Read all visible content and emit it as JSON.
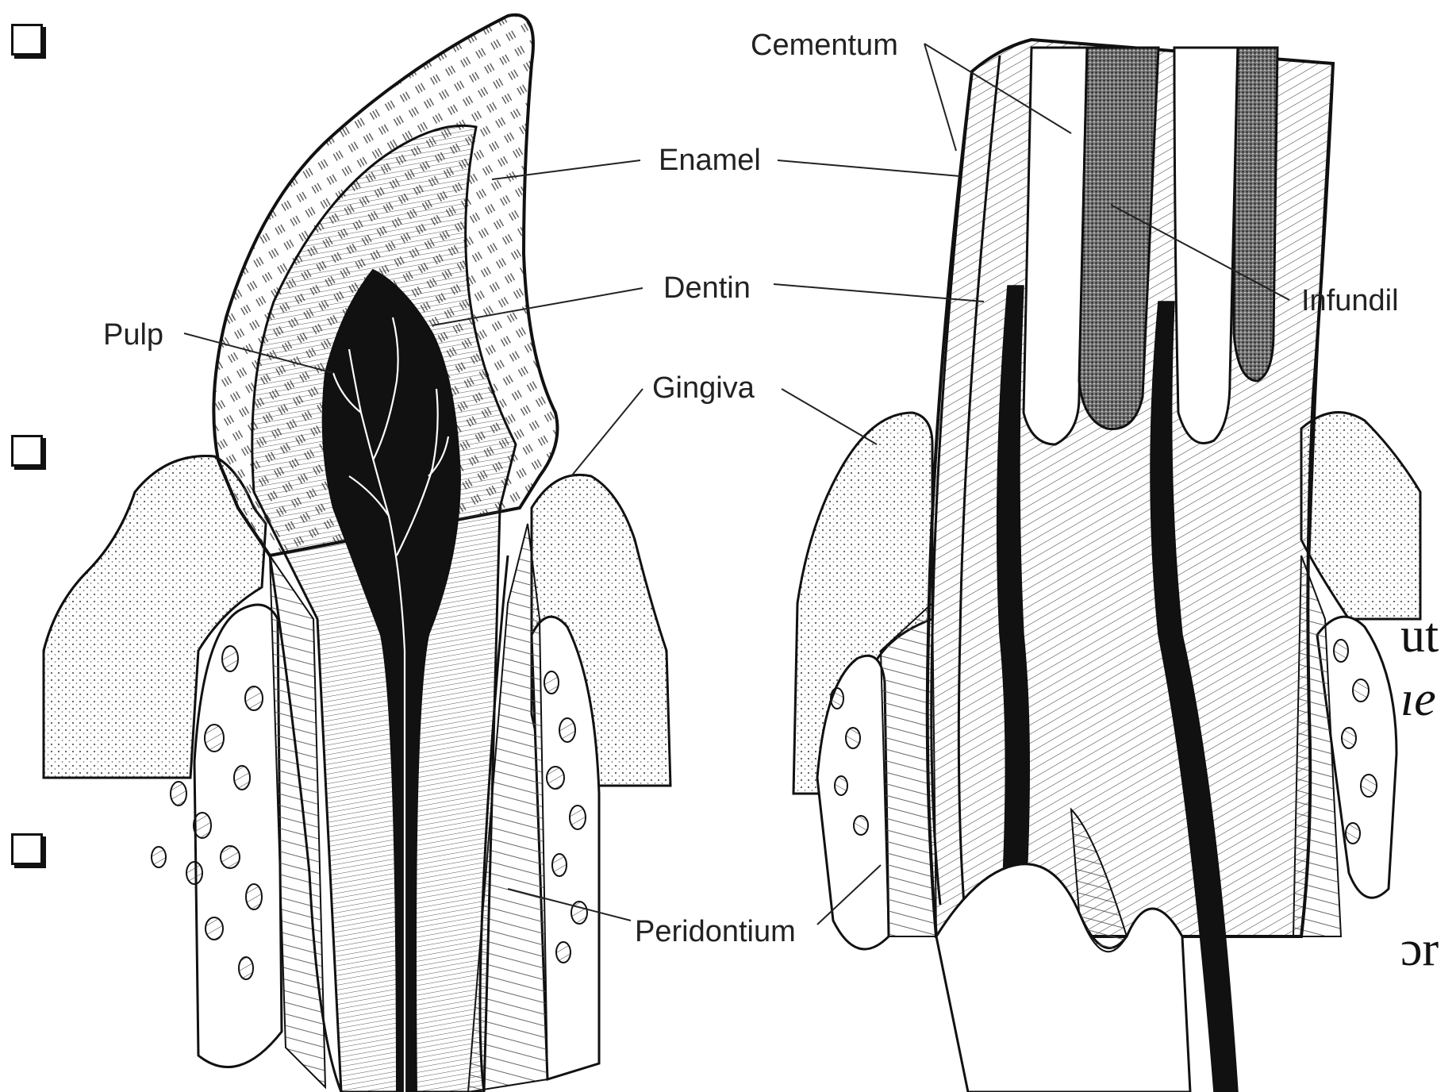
{
  "labels": {
    "cementum": "Cementum",
    "enamel": "Enamel",
    "dentin": "Dentin",
    "pulp": "Pulp",
    "gingiva": "Gingiva",
    "peridontium": "Peridontium",
    "infundibulum": "Infundil"
  },
  "slide_fragments": {
    "frag1": "ut",
    "frag2": "ıe",
    "frag3": "ɔr"
  },
  "colors": {
    "ink": "#111111",
    "paper": "#ffffff",
    "stipple": "#6a6a6a"
  }
}
